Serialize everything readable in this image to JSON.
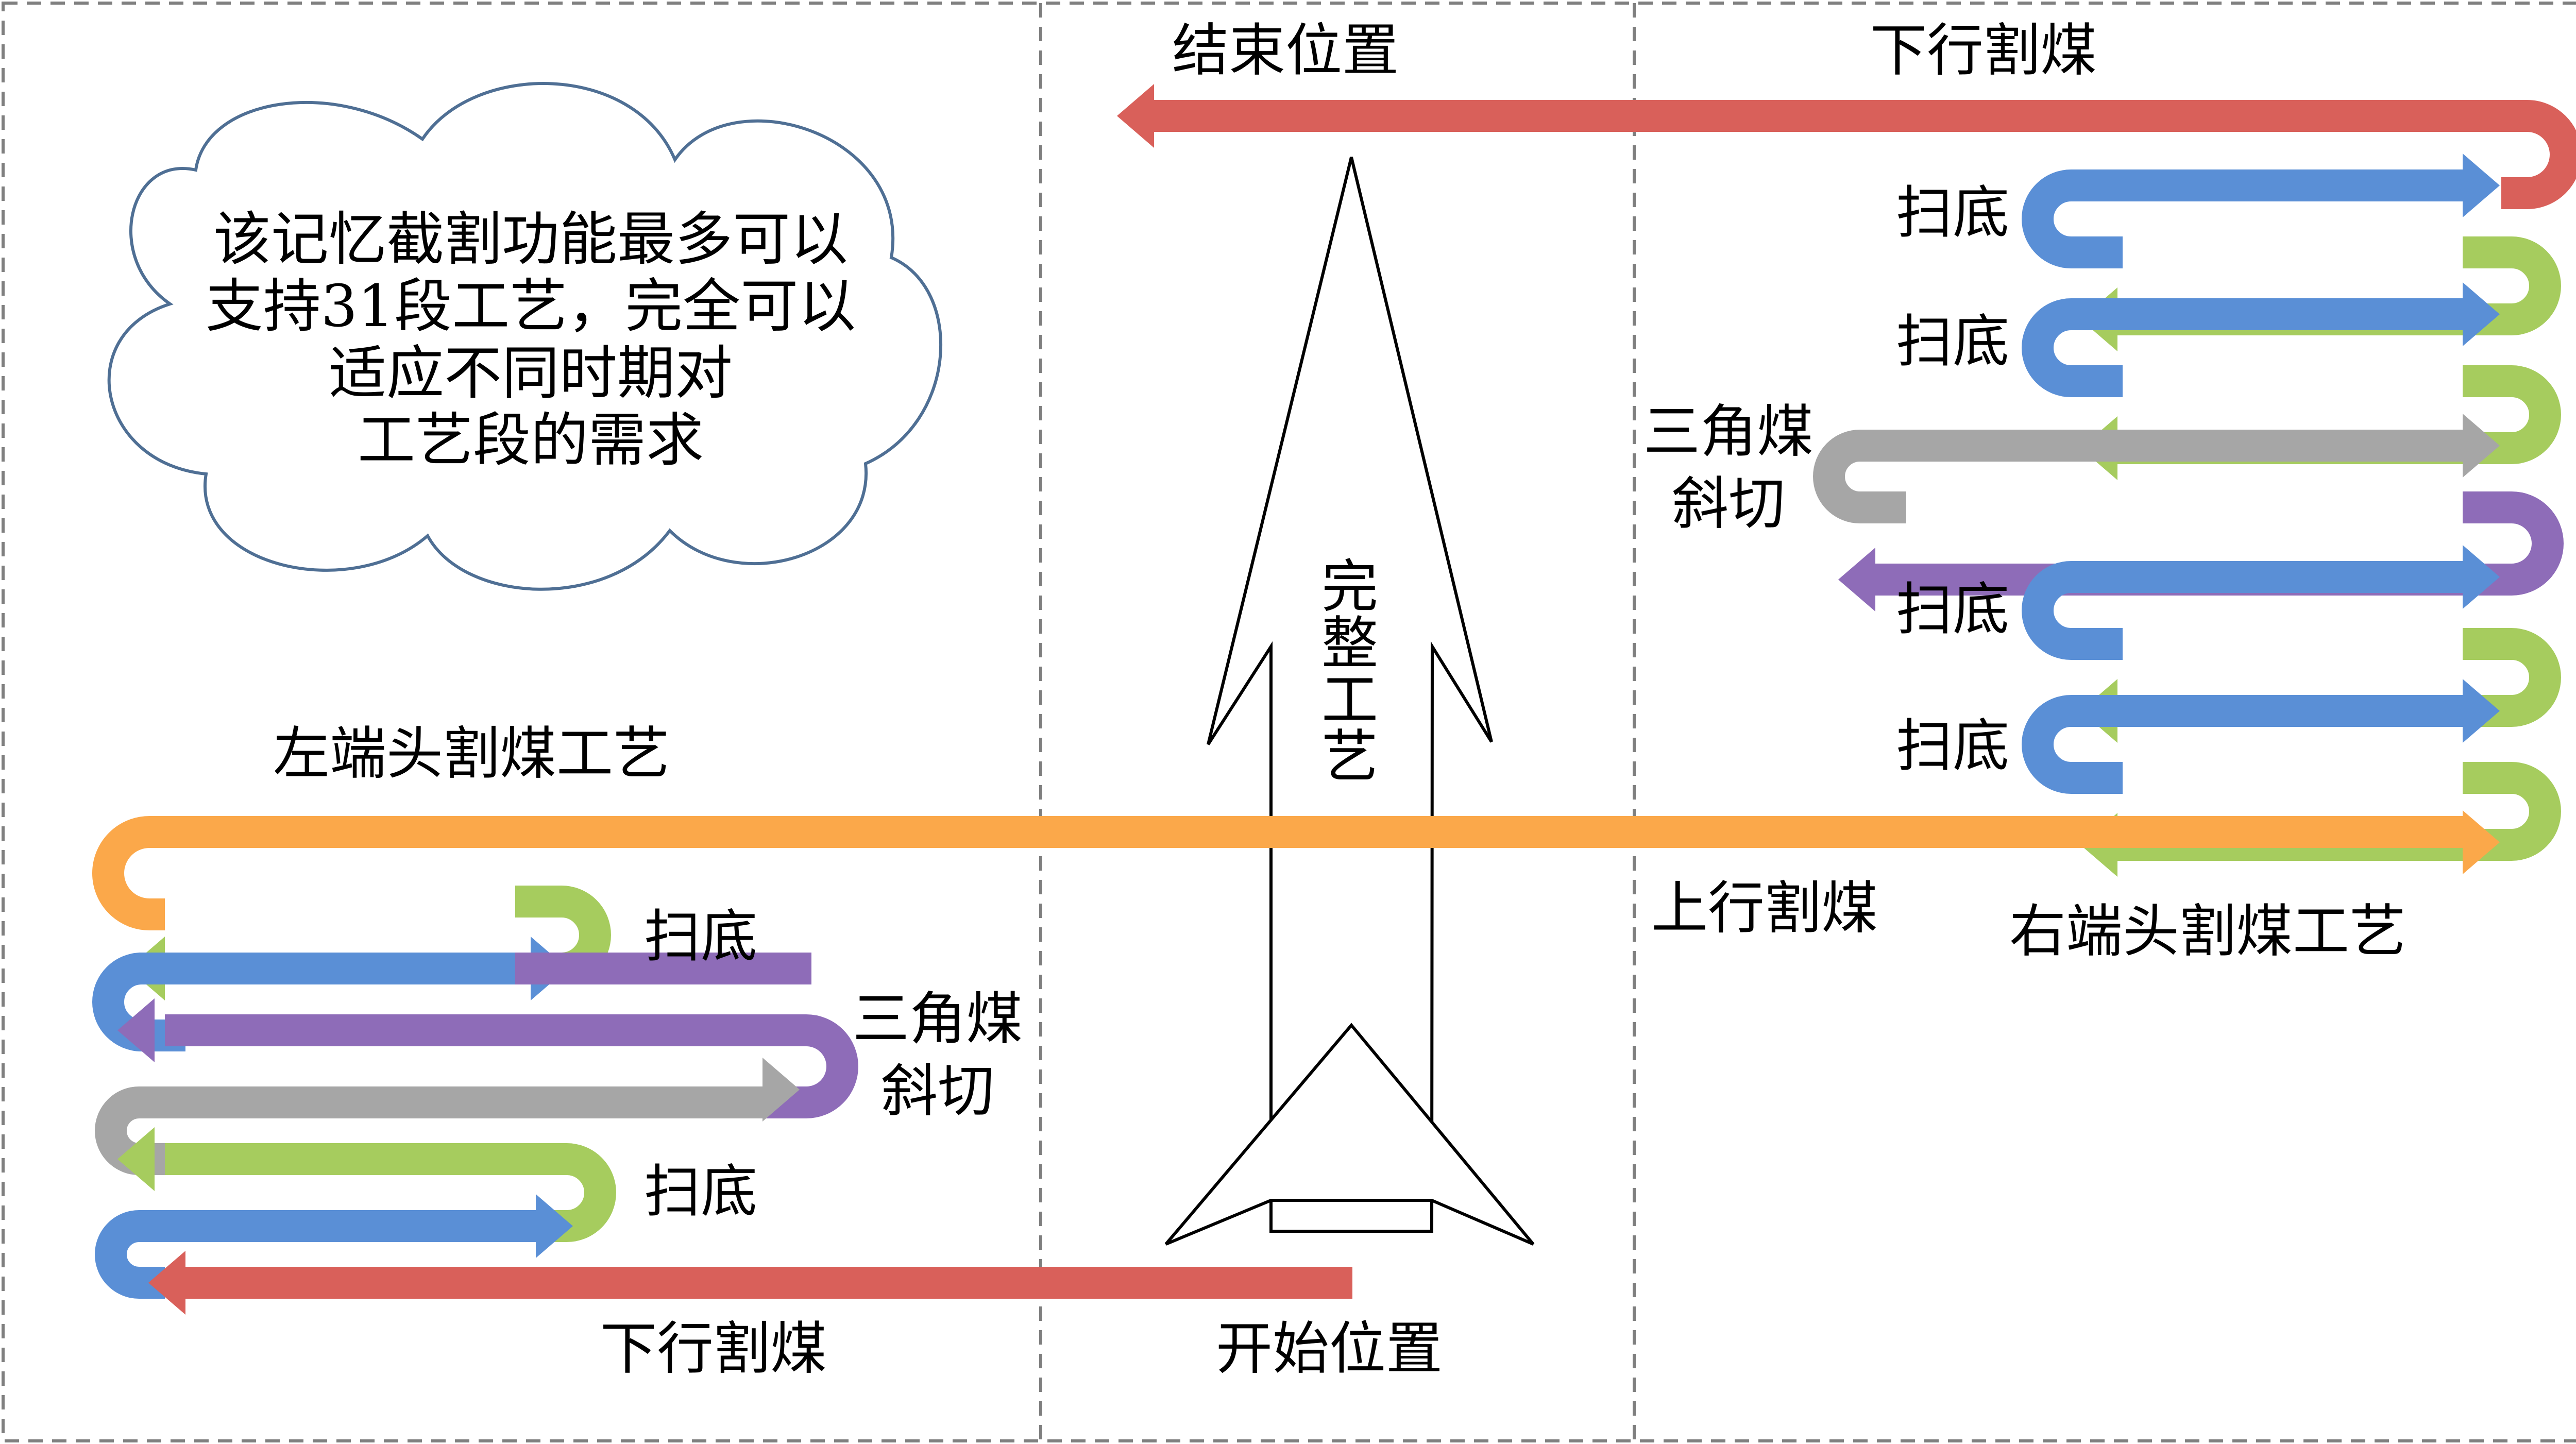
{
  "colors": {
    "red": "#d9605a",
    "blue": "#5a8fd6",
    "green": "#a6cc5e",
    "gray": "#a6a6a6",
    "purple": "#8e6cb8",
    "orange": "#fba84a",
    "border": "#7f7f7f"
  },
  "cloud": {
    "lines": [
      "该记忆截割功能最多可以",
      "支持31段工艺，完全可以",
      "适应不同时期对",
      "工艺段的需求"
    ]
  },
  "center": {
    "end_position": "结束位置",
    "start_position": "开始位置",
    "full_process": "完整工艺"
  },
  "right": {
    "down_cut": "下行割煤",
    "up_cut": "上行割煤",
    "title": "右端头割煤工艺",
    "bottom_sweep_1": "扫底",
    "bottom_sweep_2": "扫底",
    "triangle_line1": "三角煤",
    "triangle_line2": "斜切",
    "bottom_sweep_3": "扫底",
    "bottom_sweep_4": "扫底"
  },
  "left": {
    "title": "左端头割煤工艺",
    "bottom_sweep_1": "扫底",
    "triangle_line1": "三角煤",
    "triangle_line2": "斜切",
    "bottom_sweep_2": "扫底",
    "down_cut": "下行割煤"
  }
}
